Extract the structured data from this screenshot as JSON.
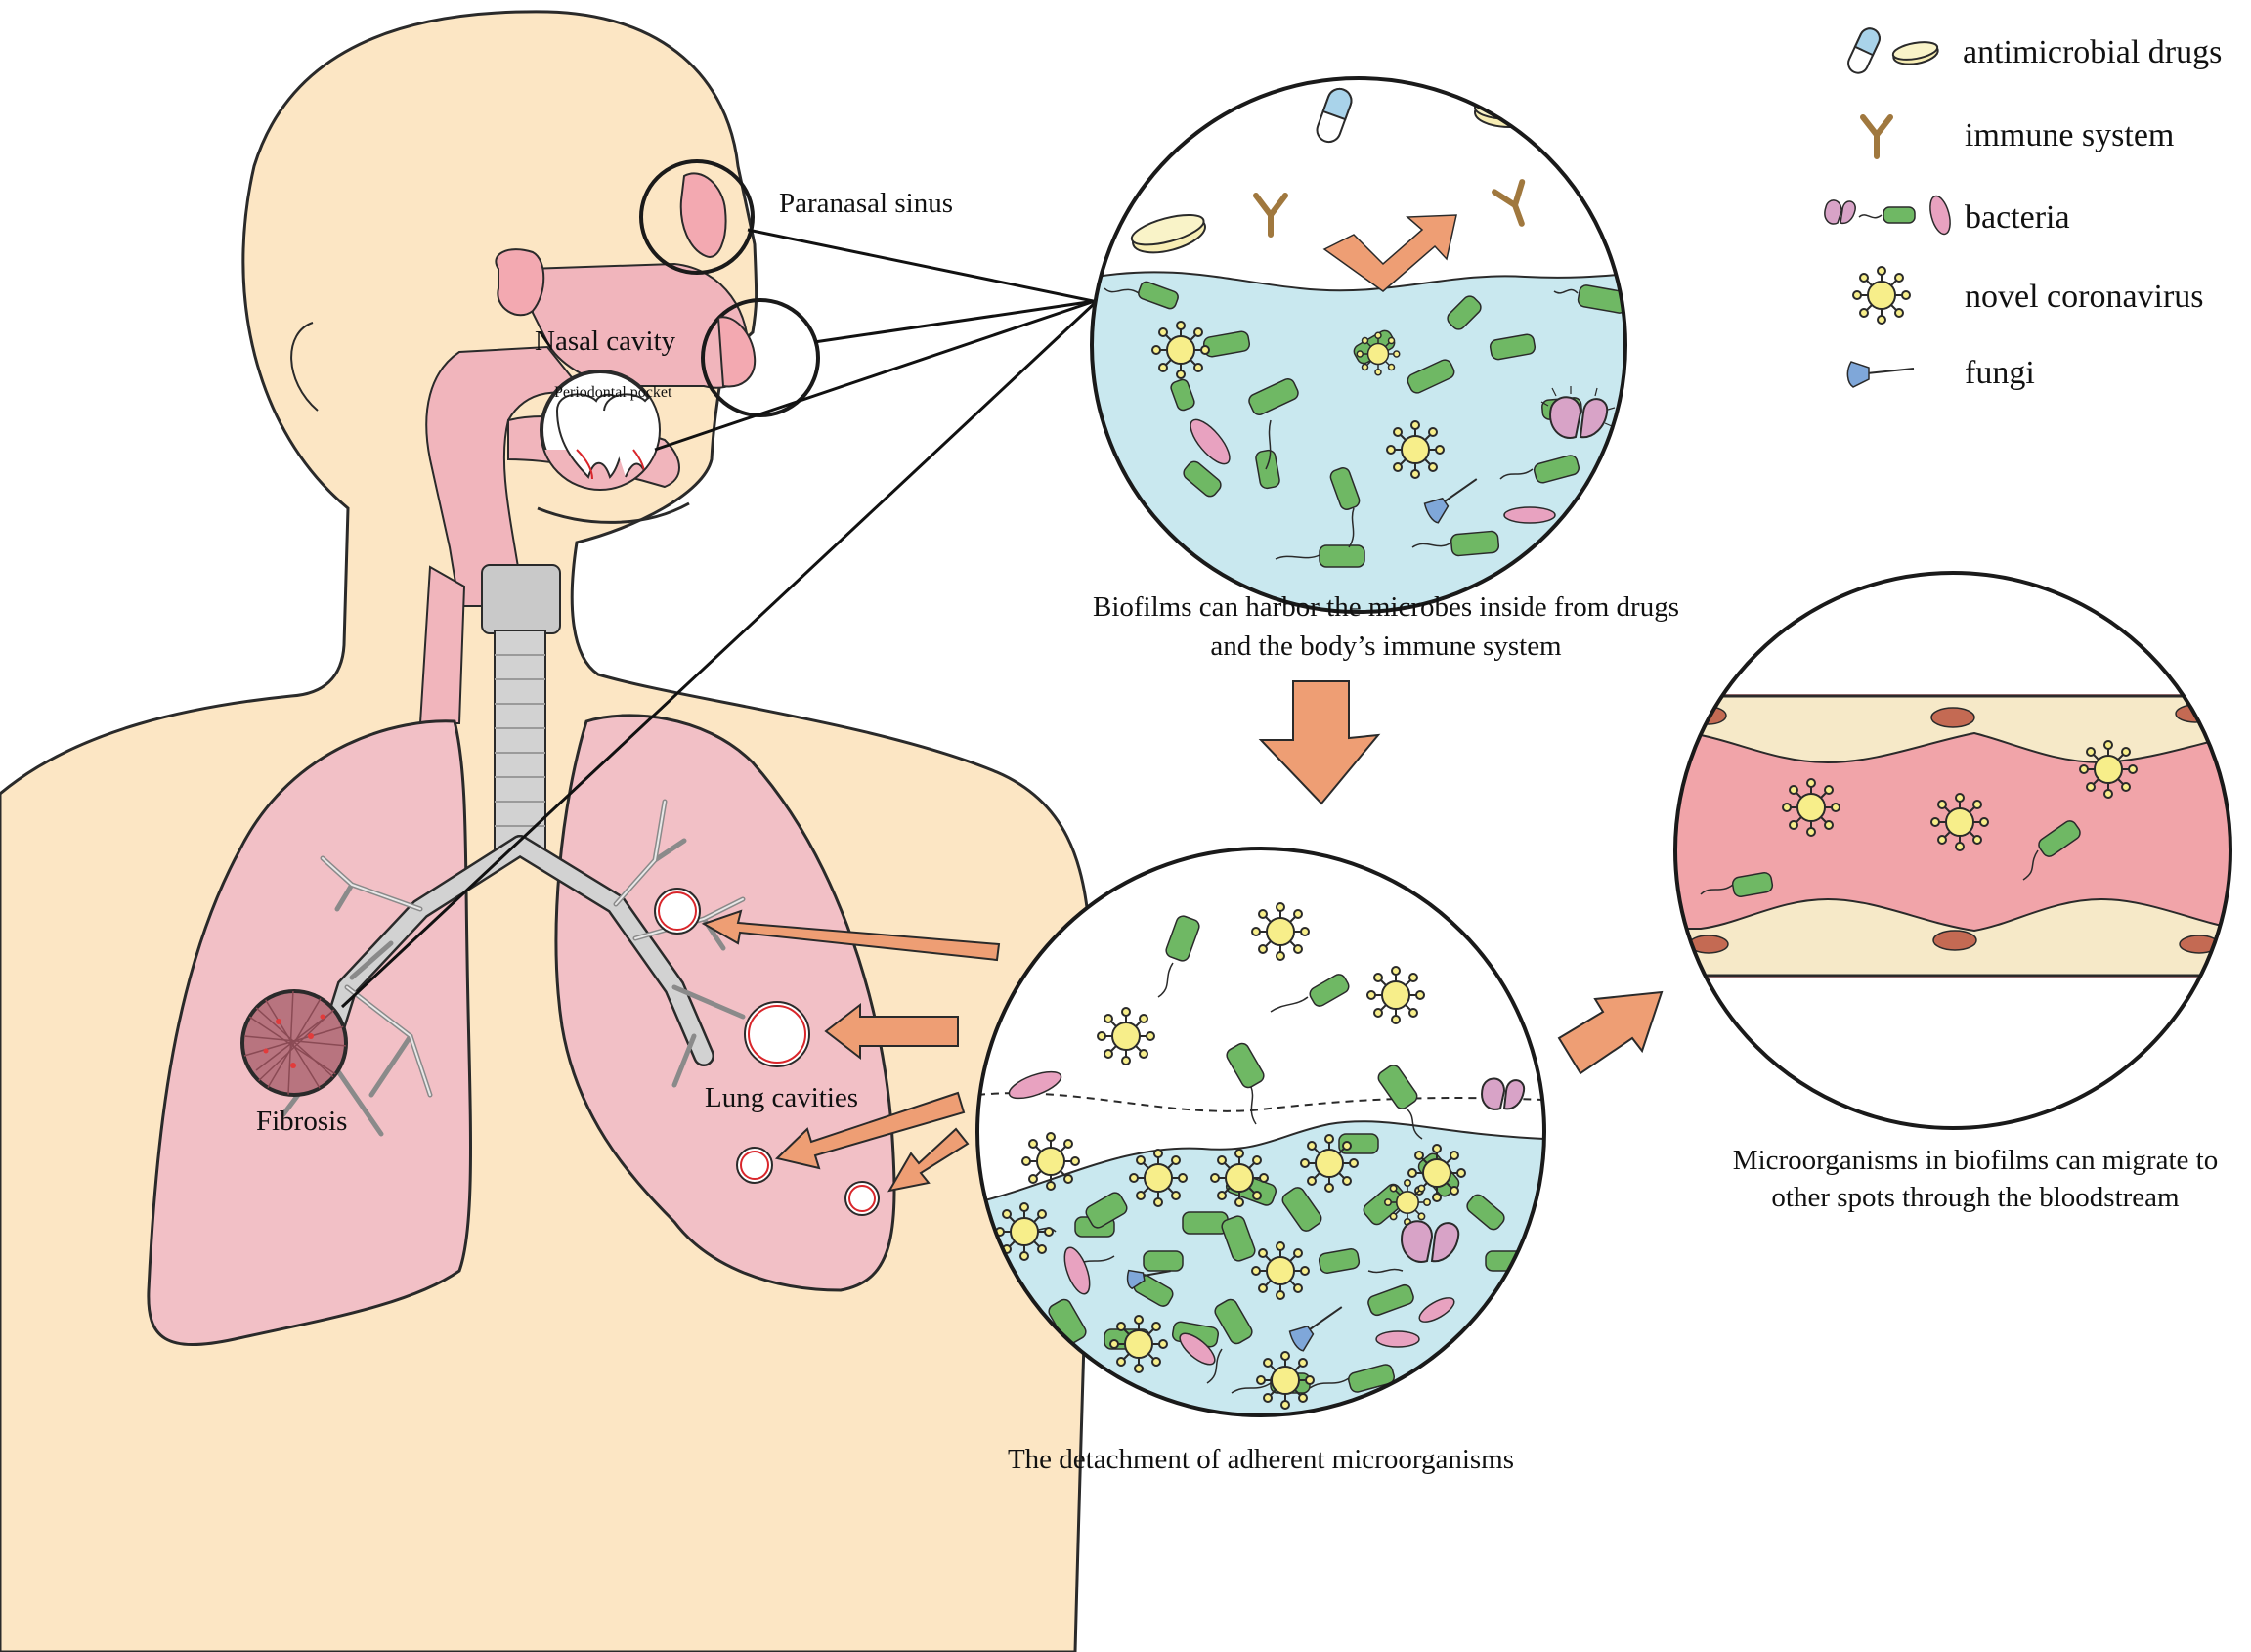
{
  "legend": {
    "items": [
      {
        "key": "drugs",
        "label": "antimicrobial drugs",
        "icon": "pill-capsule-icon"
      },
      {
        "key": "immune",
        "label": "immune system",
        "icon": "antibody-icon"
      },
      {
        "key": "bacteria",
        "label": "bacteria",
        "icon": "bacteria-icon"
      },
      {
        "key": "virus",
        "label": "novel coronavirus",
        "icon": "coronavirus-icon"
      },
      {
        "key": "fungi",
        "label": "fungi",
        "icon": "fungus-icon"
      }
    ]
  },
  "anatomy": {
    "paranasal_sinus": "Paranasal sinus",
    "nasal_cavity": "Nasal cavity",
    "periodontal_pocket": "Periodontal pocket",
    "fibrosis": "Fibrosis",
    "lung_cavities": "Lung cavities"
  },
  "captions": {
    "biofilm_line1": "Biofilms can harbor the microbes inside from drugs",
    "biofilm_line2": "and the body’s immune system",
    "detachment": "The detachment of adherent microorganisms",
    "migrate_line1": "Microorganisms in biofilms can migrate to",
    "migrate_line2": "other spots through the bloodstream"
  },
  "colors": {
    "skin": "#FCE6C4",
    "tissue_pink": "#F1B5BC",
    "lung_pink": "#F2C0C6",
    "biofilm_blue": "#C9E8EF",
    "bacteria_green": "#6FB864",
    "virus_yellow": "#F7EE8A",
    "arrow_orange": "#EE9E74",
    "blood_red": "#F1A4A9",
    "vessel_wall": "#F6E9C8",
    "trachea_gray": "#C9C9C9"
  }
}
